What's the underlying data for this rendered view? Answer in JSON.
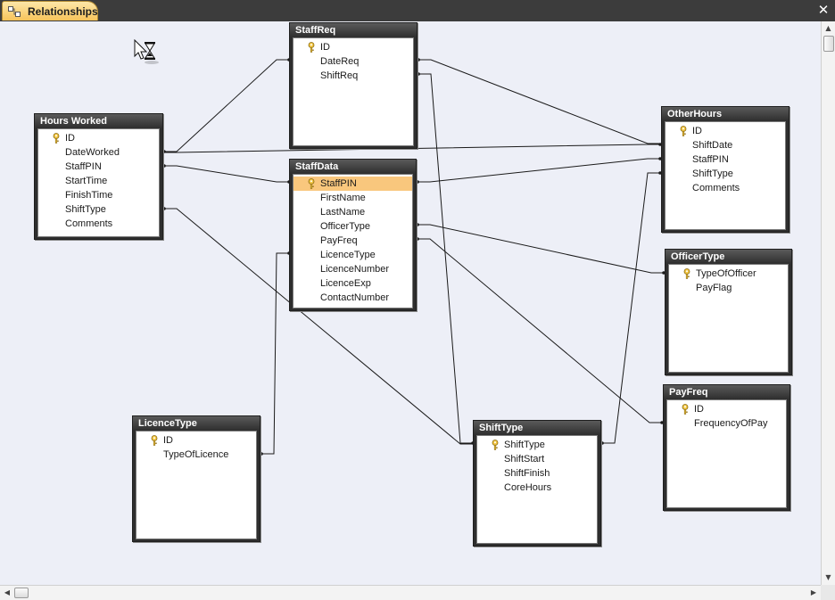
{
  "window": {
    "tab_label": "Relationships",
    "close_glyph": "✕",
    "tab_icon": "relationships-icon"
  },
  "tables": {
    "staffreq": {
      "name": "StaffReq",
      "fields": [
        "ID",
        "DateReq",
        "ShiftReq"
      ]
    },
    "hours": {
      "name": "Hours Worked",
      "fields": [
        "ID",
        "DateWorked",
        "StaffPIN",
        "StartTime",
        "FinishTime",
        "ShiftType",
        "Comments"
      ]
    },
    "staffdata": {
      "name": "StaffData",
      "fields": [
        "StaffPIN",
        "FirstName",
        "LastName",
        "OfficerType",
        "PayFreq",
        "LicenceType",
        "LicenceNumber",
        "LicenceExp",
        "ContactNumber"
      ]
    },
    "otherhours": {
      "name": "OtherHours",
      "fields": [
        "ID",
        "ShiftDate",
        "StaffPIN",
        "ShiftType",
        "Comments"
      ]
    },
    "officertype": {
      "name": "OfficerType",
      "fields": [
        "TypeOfOfficer",
        "PayFlag"
      ]
    },
    "payfreq": {
      "name": "PayFreq",
      "fields": [
        "ID",
        "FrequencyOfPay"
      ]
    },
    "licencetype": {
      "name": "LicenceType",
      "fields": [
        "ID",
        "TypeOfLicence"
      ]
    },
    "shifttype": {
      "name": "ShiftType",
      "fields": [
        "ShiftType",
        "ShiftStart",
        "ShiftFinish",
        "CoreHours"
      ]
    }
  },
  "selected_field": "StaffData.StaffPIN",
  "colors": {
    "canvas": "#edeff7",
    "selection": "#f9c77d",
    "titlebar": "#2e2e2e",
    "tab": "#f7c35a"
  },
  "icons": {
    "key": "primary-key-icon",
    "cursor": "hourglass-busy-cursor-icon"
  }
}
